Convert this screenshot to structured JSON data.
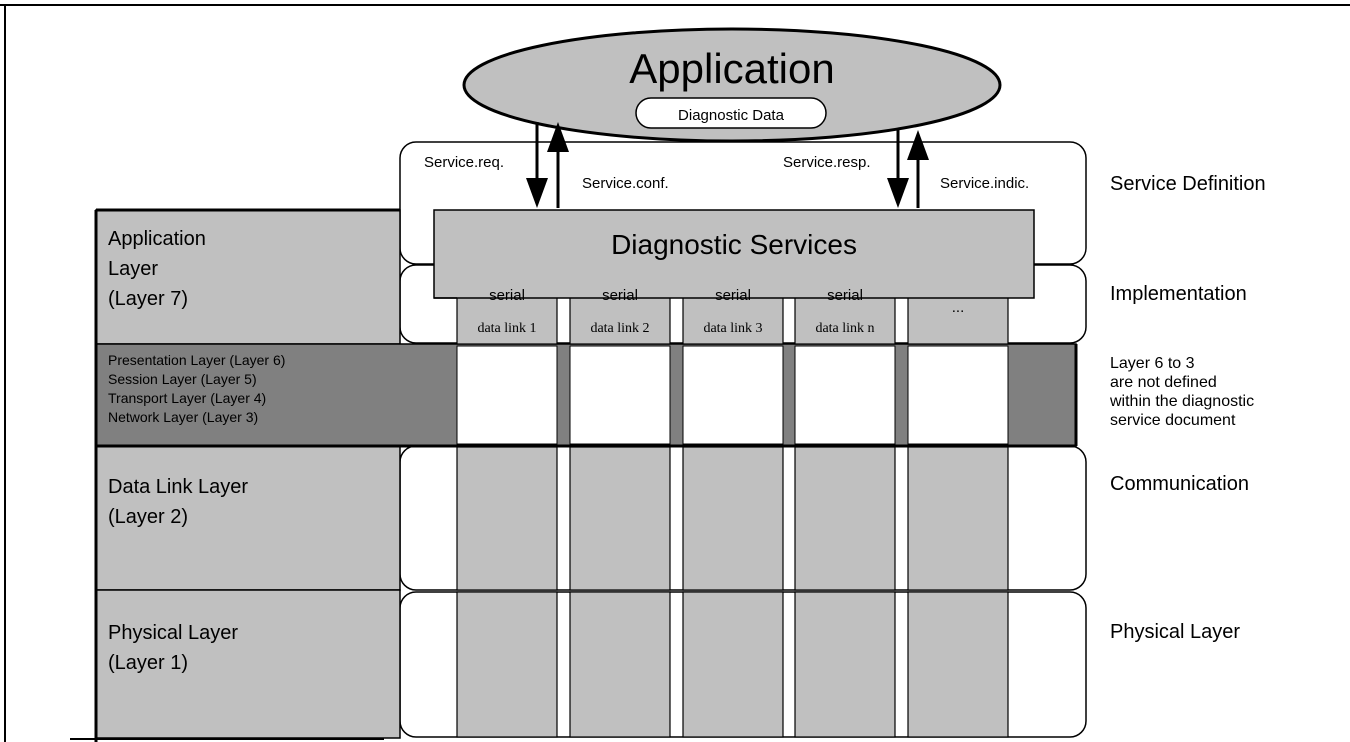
{
  "application": {
    "title": "Application",
    "diagnostic_data": "Diagnostic Data"
  },
  "primitives": {
    "req": "Service.req.",
    "conf": "Service.conf.",
    "resp": "Service.resp.",
    "indic": "Service.indic."
  },
  "diagnostic_services": "Diagnostic Services",
  "data_links": [
    {
      "top": "serial",
      "bottom": "data link 1"
    },
    {
      "top": "serial",
      "bottom": "data link 2"
    },
    {
      "top": "serial",
      "bottom": "data link 3"
    },
    {
      "top": "serial",
      "bottom": "data link n"
    },
    {
      "top": "...",
      "bottom": ""
    }
  ],
  "osi_layers": {
    "application": [
      "Application",
      "Layer",
      "(Layer 7)"
    ],
    "middle": [
      "Presentation Layer  (Layer 6)",
      "Session Layer  (Layer 5)",
      "Transport Layer  (Layer 4)",
      "Network Layer  (Layer 3)"
    ],
    "data_link": [
      "Data Link Layer",
      "(Layer 2)"
    ],
    "physical": [
      "Physical Layer",
      "(Layer 1)"
    ]
  },
  "right_labels": {
    "service_definition": "Service Definition",
    "implementation": "Implementation",
    "not_defined": [
      "Layer 6 to  3",
      "are not defined",
      "within the diagnostic",
      "service document"
    ],
    "communication": "Communication",
    "physical": "Physical Layer"
  },
  "colors": {
    "box_gray": "#c0c0c0",
    "dark_gray": "#808080",
    "stroke": "#000000"
  }
}
